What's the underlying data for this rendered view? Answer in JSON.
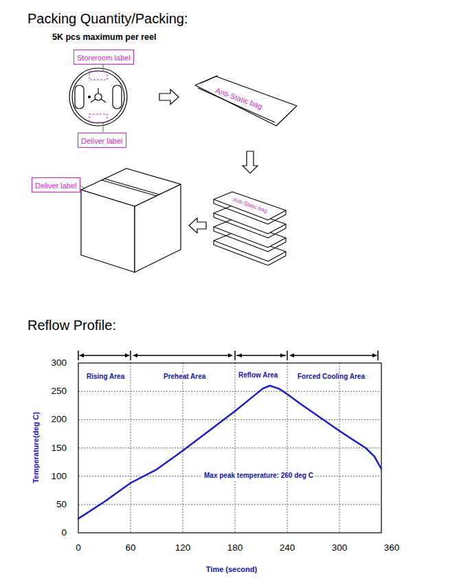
{
  "diagram": {
    "title": "Packing Quantity/Packing:",
    "nodes": [
      {
        "text": [
          "Storeroom label"
        ]
      },
      {
        "text": [
          "Deliver label"
        ]
      },
      {
        "text": [
          "Anti-Static bag"
        ]
      },
      {
        "text": [
          "Anti-Static bag"
        ]
      },
      {
        "text": [
          "Deliver label"
        ]
      }
    ],
    "edges": [
      {
        "from": 2,
        "to": 3,
        "arrow": "to"
      }
    ],
    "labels": [
      "5K pcs maximum per reel",
      "Reflow Profile:",
      "Rising Area",
      "Preheat Area",
      "Reflow Area",
      "Forced Cooling Area",
      "Max peak temperature: 260 deg C",
      "Temperature(deg C)",
      "Time (second)",
      "300",
      "250",
      "200",
      "150",
      "100",
      "50",
      "0",
      "0",
      "60",
      "120",
      "180",
      "240",
      "300",
      "360"
    ]
  }
}
